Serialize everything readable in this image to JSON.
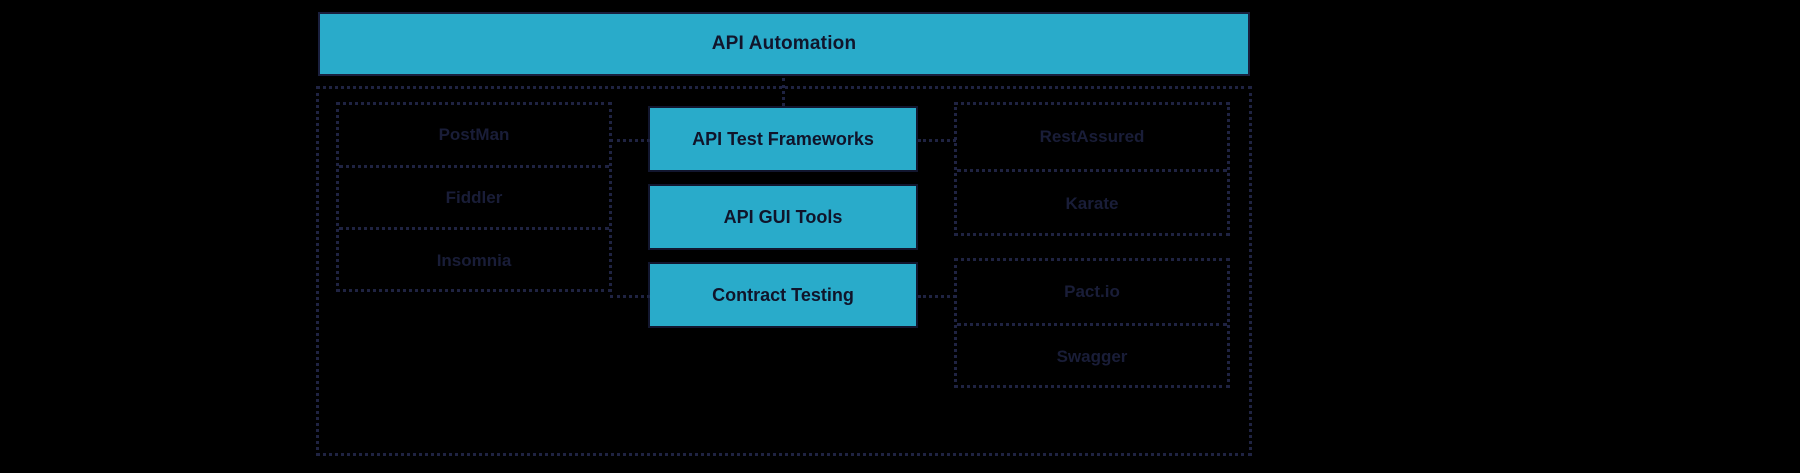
{
  "diagram": {
    "title": "API Automation",
    "banner": {
      "label": "API Automation"
    },
    "center_boxes": [
      {
        "label": "API Test Frameworks"
      },
      {
        "label": "API GUI Tools"
      },
      {
        "label": "Contract Testing"
      }
    ],
    "left_group": {
      "items": [
        {
          "label": "PostMan"
        },
        {
          "label": "Fiddler"
        },
        {
          "label": "Insomnia"
        }
      ]
    },
    "right_group_a": {
      "items": [
        {
          "label": "RestAssured"
        },
        {
          "label": "Karate"
        }
      ]
    },
    "right_group_b": {
      "items": [
        {
          "label": "Pact.io"
        },
        {
          "label": "Swagger"
        }
      ]
    },
    "colors": {
      "background": "#000000",
      "accent": "#29ABCA",
      "outline": "#1f2342",
      "text_on_accent": "#10142a",
      "text_muted": "#191d38"
    }
  }
}
